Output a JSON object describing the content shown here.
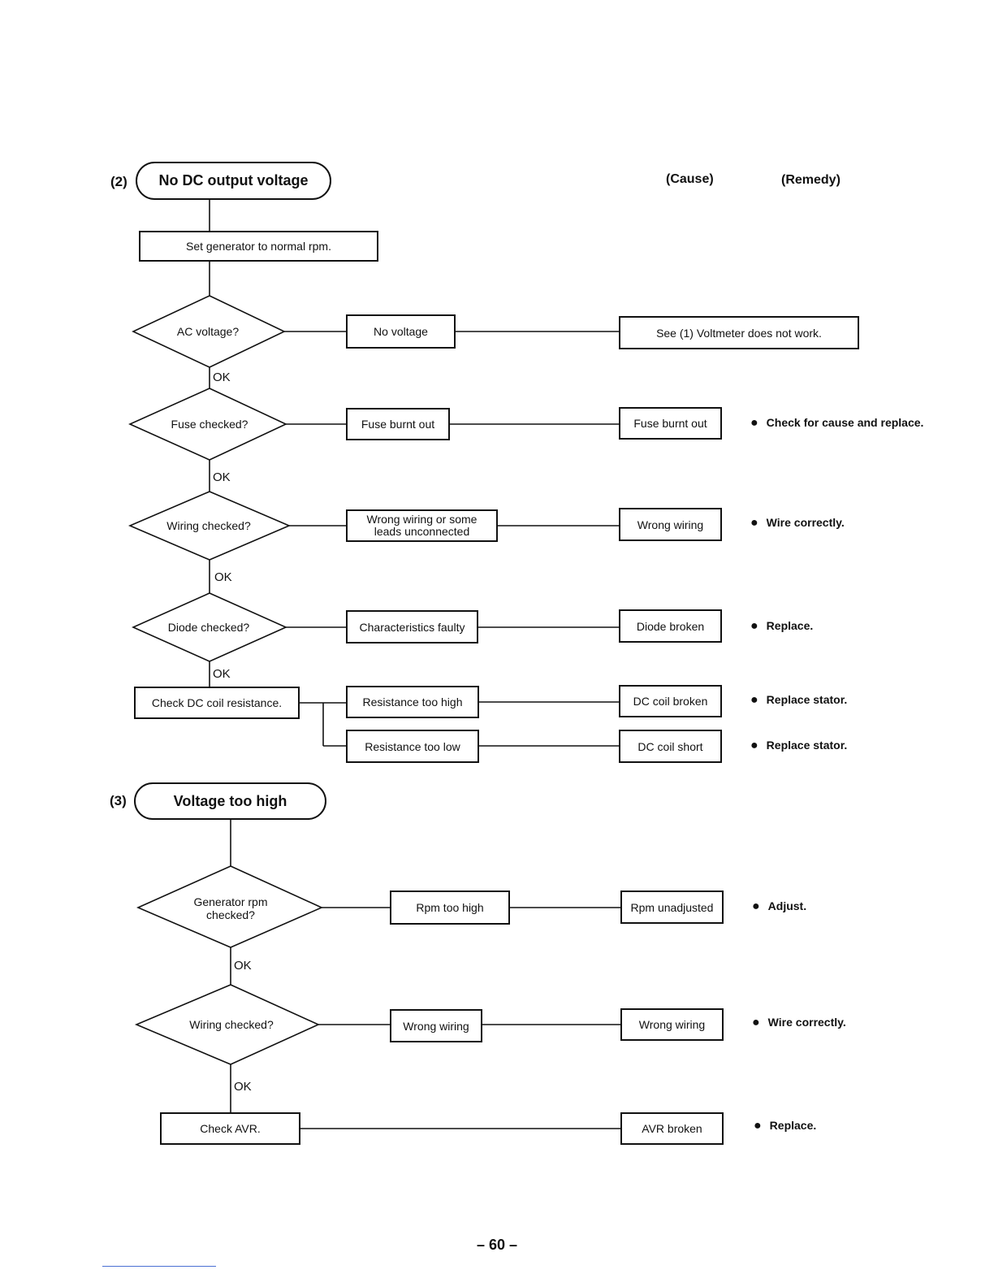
{
  "headers": {
    "cause": "(Cause)",
    "remedy": "(Remedy)"
  },
  "section2": {
    "number": "(2)",
    "title": "No DC output voltage",
    "start_step": "Set generator to normal rpm.",
    "decisions": [
      "AC voltage?",
      "Fuse checked?",
      "Wiring checked?",
      "Diode checked?"
    ],
    "ok_label": "OK",
    "final_step": "Check DC coil resistance.",
    "findings": [
      "No voltage",
      "Fuse burnt out",
      "Wrong wiring or some leads unconnected",
      "Characteristics faulty",
      "Resistance too high",
      "Resistance too low"
    ],
    "causes": [
      "See (1) Voltmeter does not work.",
      "Fuse burnt out",
      "Wrong wiring",
      "Diode broken",
      "DC coil broken",
      "DC coil short"
    ],
    "remedies": [
      "Check for cause and replace.",
      "Wire correctly.",
      "Replace.",
      "Replace stator.",
      "Replace stator."
    ]
  },
  "section3": {
    "number": "(3)",
    "title": "Voltage too high",
    "decisions": [
      "Generator rpm checked?",
      "Wiring checked?"
    ],
    "ok_label": "OK",
    "final_step": "Check AVR.",
    "findings": [
      "Rpm too high",
      "Wrong wiring"
    ],
    "causes": [
      "Rpm unadjusted",
      "Wrong wiring",
      "AVR broken"
    ],
    "remedies": [
      "Adjust.",
      "Wire correctly.",
      "Replace."
    ]
  },
  "bullet": "●",
  "page_number": "– 60 –"
}
